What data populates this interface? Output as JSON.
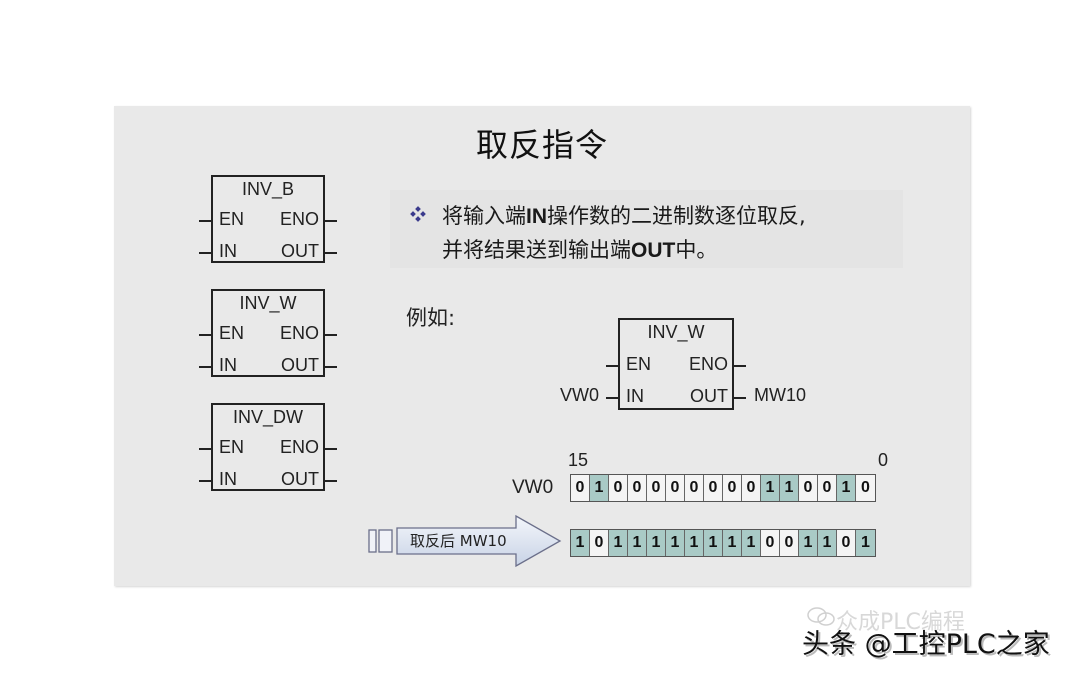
{
  "slide": {
    "title": "取反指令",
    "blocks": [
      {
        "name": "INV_B",
        "en": "EN",
        "eno": "ENO",
        "in": "IN",
        "out": "OUT"
      },
      {
        "name": "INV_W",
        "en": "EN",
        "eno": "ENO",
        "in": "IN",
        "out": "OUT"
      },
      {
        "name": "INV_DW",
        "en": "EN",
        "eno": "ENO",
        "in": "IN",
        "out": "OUT"
      }
    ],
    "description": {
      "bullet_icon": "diamond-bullet-icon",
      "line1_a": "将输入端",
      "line1_b": "IN",
      "line1_c": "操作数的二进制数逐位取反,",
      "line2_a": "并将结果送到输出端",
      "line2_b": "OUT",
      "line2_c": "中。"
    },
    "example": {
      "label": "例如:",
      "block": {
        "name": "INV_W",
        "en": "EN",
        "eno": "ENO",
        "in": "IN",
        "out": "OUT"
      },
      "input_operand": "VW0",
      "output_operand": "MW10",
      "bit_high_index": "15",
      "bit_low_index": "0",
      "input_row": {
        "label": "VW0",
        "bits": [
          "0",
          "1",
          "0",
          "0",
          "0",
          "0",
          "0",
          "0",
          "0",
          "0",
          "1",
          "1",
          "0",
          "0",
          "1",
          "0"
        ]
      },
      "output_row": {
        "arrow_label": "取反后 MW10",
        "bits": [
          "1",
          "0",
          "1",
          "1",
          "1",
          "1",
          "1",
          "1",
          "1",
          "1",
          "0",
          "0",
          "1",
          "1",
          "0",
          "1"
        ]
      }
    },
    "colors": {
      "slide_bg": "#e9e9e9",
      "bit_one": "#a9cac6",
      "bit_zero": "#f4f4f4",
      "bullet": "#3a3a8c"
    }
  },
  "watermark": {
    "text": "头条 @工控PLC之家",
    "faded_text": "众成PLC编程",
    "icon": "wechat-icon"
  }
}
